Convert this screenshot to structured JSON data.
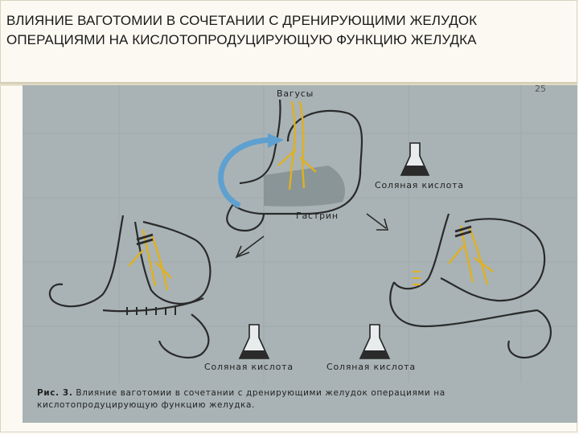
{
  "slide": {
    "title_line1": "ВЛИЯНИЕ ВАГОТОМИИ В СОЧЕТАНИИ С ДРЕНИРУЮЩИМИ ЖЕЛУДОК",
    "title_line2": "ОПЕРАЦИЯМИ НА КИСЛОТОПРОДУЦИРУЮЩУЮ ФУНКЦИЮ ЖЕЛУДКА"
  },
  "figure": {
    "page_number": "25",
    "labels": {
      "vagi": "Вагусы",
      "gastrin": "Гастрин",
      "hcl_top": "Соляная кислота",
      "hcl_bottom_left": "Соляная кислота",
      "hcl_bottom_right": "Соляная кислота"
    },
    "caption": {
      "prefix": "Рис. 3.",
      "text": "Влияние ваготомии в сочетании с дренирующими желудок операциями на кислотопродуцирующую функцию желудка."
    },
    "colors": {
      "background": "#a9b3b5",
      "nerve": "#e0b020",
      "gastrin_arrow": "#5ea0d0",
      "outline": "#2a2a2a"
    }
  }
}
